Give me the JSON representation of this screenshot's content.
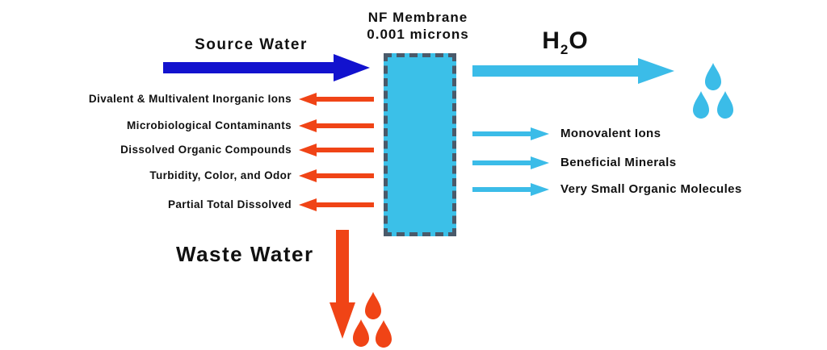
{
  "diagram_title": {
    "line1": "NF Membrane",
    "line2": "0.001 microns"
  },
  "source": {
    "label": "Source Water"
  },
  "permeate": {
    "h": "H",
    "sub": "2",
    "o": "O"
  },
  "waste": {
    "label": "Waste Water"
  },
  "rejected": [
    "Divalent & Multivalent Inorganic Ions",
    "Microbiological Contaminants",
    "Dissolved Organic Compounds",
    "Turbidity, Color, and Odor",
    "Partial Total Dissolved"
  ],
  "passed": [
    "Monovalent Ions",
    "Beneficial Minerals",
    "Very Small Organic Molecules"
  ],
  "colors": {
    "source_blue": "#1212ce",
    "cyan": "#3bbce8",
    "red": "#f04416",
    "membrane_fill": "#3bc0e8",
    "membrane_border": "#4a5a6a",
    "text": "#111111"
  }
}
